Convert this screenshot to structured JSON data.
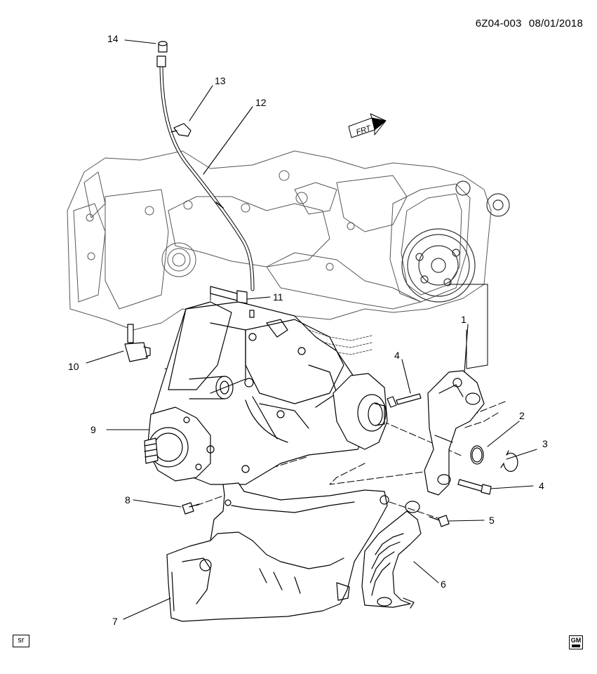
{
  "header": {
    "diagram_code": "6Z04-003",
    "date": "08/01/2018"
  },
  "front_marker": {
    "label": "FRT"
  },
  "callouts": [
    {
      "id": "1",
      "label": "1"
    },
    {
      "id": "2",
      "label": "2"
    },
    {
      "id": "3",
      "label": "3"
    },
    {
      "id": "4a",
      "label": "4"
    },
    {
      "id": "4b",
      "label": "4"
    },
    {
      "id": "5",
      "label": "5"
    },
    {
      "id": "6",
      "label": "6"
    },
    {
      "id": "7",
      "label": "7"
    },
    {
      "id": "8",
      "label": "8"
    },
    {
      "id": "9",
      "label": "9"
    },
    {
      "id": "10",
      "label": "10"
    },
    {
      "id": "11",
      "label": "11"
    },
    {
      "id": "12",
      "label": "12"
    },
    {
      "id": "13",
      "label": "13"
    },
    {
      "id": "14",
      "label": "14"
    }
  ],
  "footer": {
    "sr_label": "sr",
    "logo_text": "GM"
  }
}
